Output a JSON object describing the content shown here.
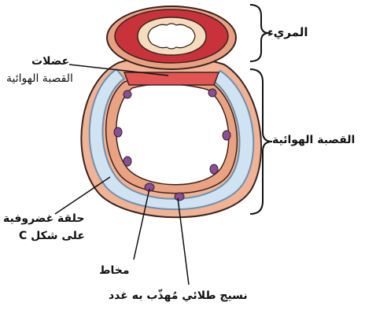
{
  "labels": {
    "esophagus": "المريء",
    "trachea": "القصبة الهوائية",
    "trachealis_line1": "عضلات",
    "trachealis_line2": "القصبة الهوائية",
    "cartilage_line1": "حلقة غضروفية",
    "cartilage_line2": "على شكل C",
    "mucosa": "مخاط",
    "epithelium": "نسيج طلائي مُهذّب به غدد"
  },
  "colors": {
    "esophagus_wall": "#c8323a",
    "esophagus_outer": "#e8a082",
    "esophagus_lumen": "#f6eed8",
    "cartilage": "#cfe3f2",
    "cartilage_stroke": "#7a9ab8",
    "mucosa": "#e9a382",
    "gland": "#8a4f9a",
    "trachealis_muscle": "#e25555",
    "outline": "#3a2320"
  }
}
